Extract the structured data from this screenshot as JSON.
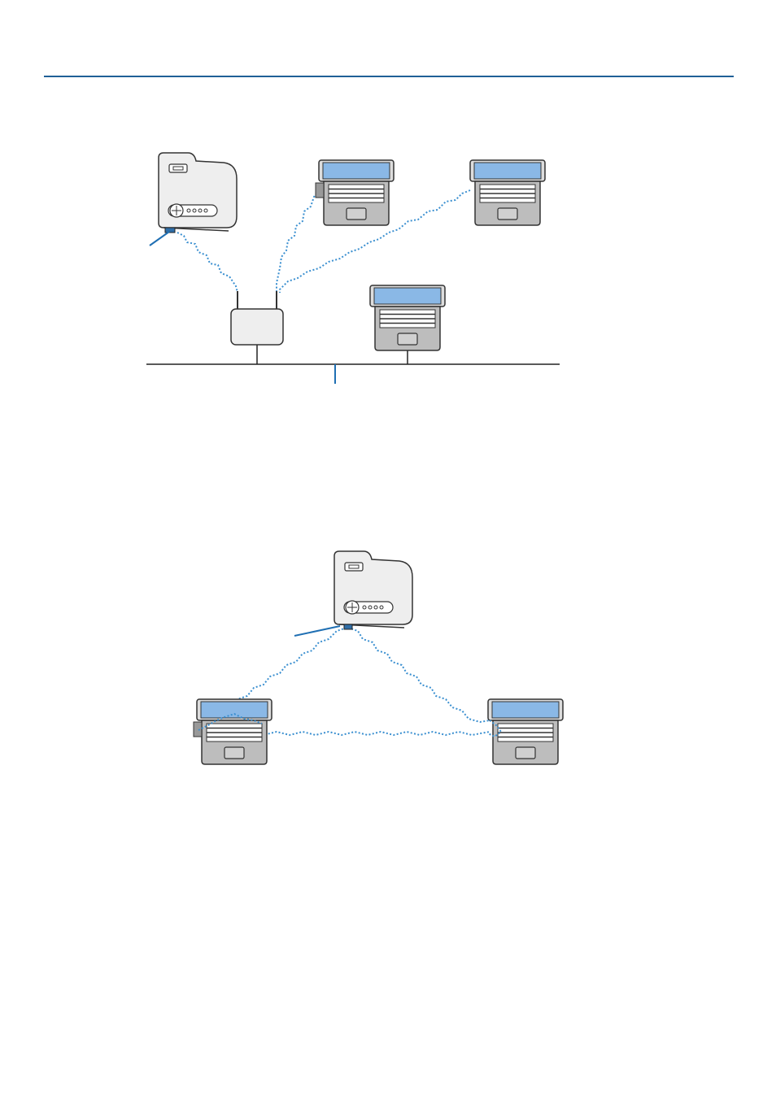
{
  "page": {
    "header_rule_color": "#1f5f97"
  },
  "colors": {
    "device_body": "#eeeeee",
    "device_outline": "#333333",
    "laptop_base": "#bdbdbd",
    "laptop_screen": "#8ab8e6",
    "wireless_link": "#3a8fd0",
    "callout": "#1f6fb3",
    "wired_line": "#222222"
  },
  "diagrams": {
    "infrastructure": {
      "devices": [
        "projector-icon",
        "laptop-icon",
        "laptop-icon",
        "wireless-router-icon",
        "laptop-icon"
      ],
      "wireless_links": 3,
      "wired_links": 2
    },
    "adhoc": {
      "devices": [
        "projector-icon",
        "laptop-icon",
        "laptop-icon"
      ],
      "wireless_links": 3
    }
  }
}
